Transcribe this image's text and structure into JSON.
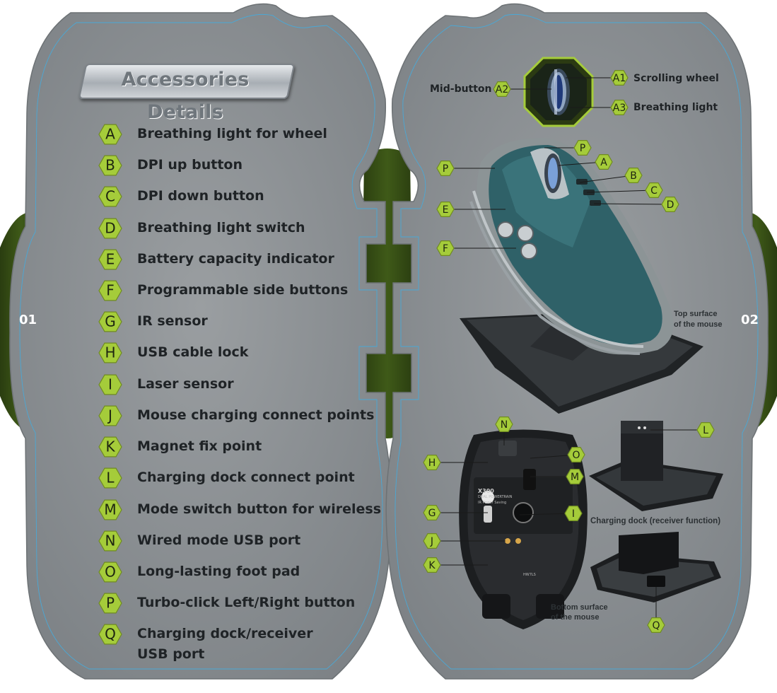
{
  "title": "Accessories Details",
  "page_left": "01",
  "page_right": "02",
  "accessories": [
    {
      "key": "A",
      "label": "Breathing light for wheel"
    },
    {
      "key": "B",
      "label": "DPI up button"
    },
    {
      "key": "C",
      "label": "DPI down button"
    },
    {
      "key": "D",
      "label": "Breathing light switch"
    },
    {
      "key": "E",
      "label": "Battery capacity indicator"
    },
    {
      "key": "F",
      "label": "Programmable side buttons"
    },
    {
      "key": "G",
      "label": "IR sensor"
    },
    {
      "key": "H",
      "label": "USB cable lock"
    },
    {
      "key": "I",
      "label": "Laser sensor"
    },
    {
      "key": "J",
      "label": "Mouse charging connect points"
    },
    {
      "key": "K",
      "label": "Magnet fix point"
    },
    {
      "key": "L",
      "label": "Charging dock connect point"
    },
    {
      "key": "M",
      "label": "Mode switch button for wireless"
    },
    {
      "key": "N",
      "label": "Wired mode USB port"
    },
    {
      "key": "O",
      "label": "Long-lasting foot pad"
    },
    {
      "key": "P",
      "label": "Turbo-click Left/Right button"
    },
    {
      "key": "Q",
      "label": "Charging dock/receiver USB port"
    }
  ],
  "wheel_callouts": {
    "a1": {
      "key": "A1",
      "label": "Scrolling wheel"
    },
    "a2": {
      "key": "A2",
      "label": "Mid-button"
    },
    "a3": {
      "key": "A3",
      "label": "Breathing light"
    }
  },
  "captions": {
    "top_surface_1": "Top surface",
    "top_surface_2": "of the mouse",
    "bottom_surface_1": "Bottom surface",
    "bottom_surface_2": "of the mouse",
    "charging_dock": "Charging dock (receiver function)"
  },
  "mouse_print": {
    "model": "X300",
    "sub": "DUAL POWERTRAIN",
    "ir": "IR Power Saving",
    "code": "HW7LS"
  },
  "colors": {
    "panel": "#8d9194",
    "panel_edge": "#6d7275",
    "badge": "#a5cc3a",
    "badge_edge": "#6f8a22",
    "olive": "#364d16",
    "text": "#1f2326",
    "outline": "#4aa8d6"
  }
}
